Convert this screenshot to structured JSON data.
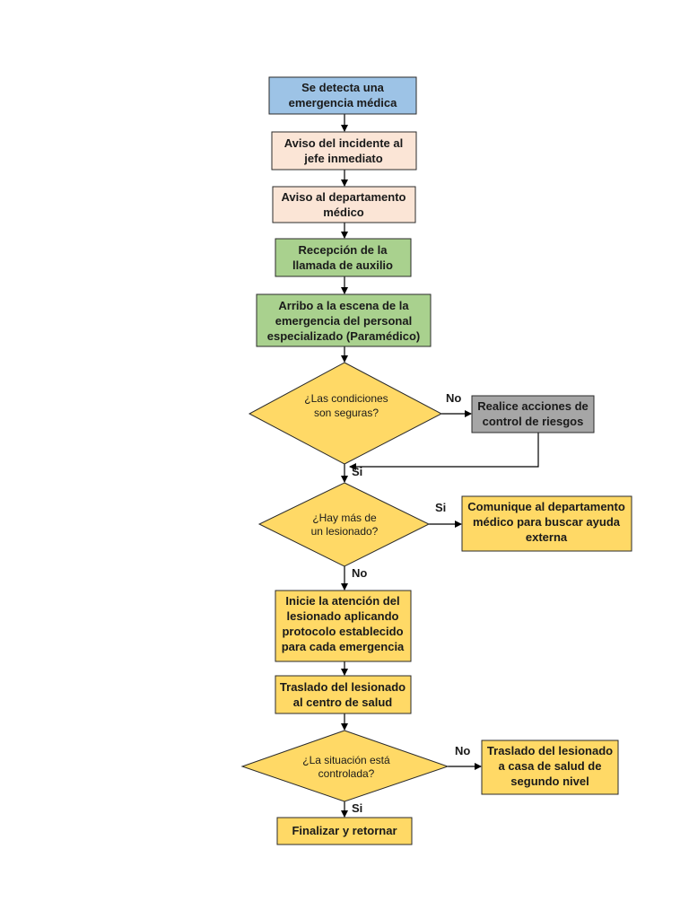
{
  "colors": {
    "blue": "#9dc3e6",
    "peach": "#fbe5d6",
    "green": "#a9d18e",
    "gray": "#a6a6a6",
    "yellow": "#ffd966"
  },
  "nodes": {
    "n1": {
      "lines": [
        "Se detecta una",
        "emergencia médica"
      ],
      "color": "blue"
    },
    "n2": {
      "lines": [
        "Aviso del incidente al",
        "jefe inmediato"
      ],
      "color": "peach"
    },
    "n3": {
      "lines": [
        "Aviso al departamento",
        "médico"
      ],
      "color": "peach"
    },
    "n4": {
      "lines": [
        "Recepción de la",
        "llamada de auxilio"
      ],
      "color": "green"
    },
    "n5": {
      "lines": [
        "Arribo a la escena de la",
        "emergencia del personal",
        "especializado (Paramédico)"
      ],
      "color": "green"
    },
    "d1": {
      "lines": [
        "¿Las condiciones",
        "son seguras?"
      ],
      "color": "yellow"
    },
    "n6": {
      "lines": [
        "Realice acciones de",
        "control de riesgos"
      ],
      "color": "gray"
    },
    "d2": {
      "lines": [
        "¿Hay más de",
        "un lesionado?"
      ],
      "color": "yellow"
    },
    "n7": {
      "lines": [
        "Comunique al departamento",
        "médico para buscar ayuda",
        "externa"
      ],
      "color": "yellow"
    },
    "n8": {
      "lines": [
        "Inicie la atención del",
        "lesionado aplicando",
        "protocolo establecido",
        "para cada emergencia"
      ],
      "color": "yellow"
    },
    "n9": {
      "lines": [
        "Traslado del lesionado",
        "al centro de salud"
      ],
      "color": "yellow"
    },
    "d3": {
      "lines": [
        "¿La situación está",
        "controlada?"
      ],
      "color": "yellow"
    },
    "n10": {
      "lines": [
        "Traslado del lesionado",
        "a casa de salud de",
        "segundo nivel"
      ],
      "color": "yellow"
    },
    "n11": {
      "lines": [
        "Finalizar y retornar"
      ],
      "color": "yellow"
    }
  },
  "edge_labels": {
    "d1_no": "No",
    "d1_si": "Si",
    "d2_si": "Si",
    "d2_no": "No",
    "d3_no": "No",
    "d3_si": "Si"
  }
}
